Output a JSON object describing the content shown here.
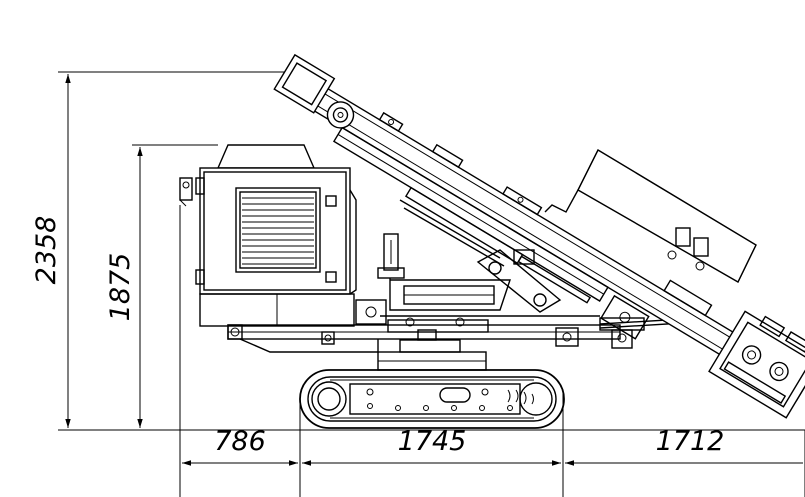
{
  "dimensions": {
    "overall_height": "2358",
    "cab_height": "1875",
    "rear_overhang": "786",
    "track_length": "1745",
    "front_reach": "1712"
  }
}
